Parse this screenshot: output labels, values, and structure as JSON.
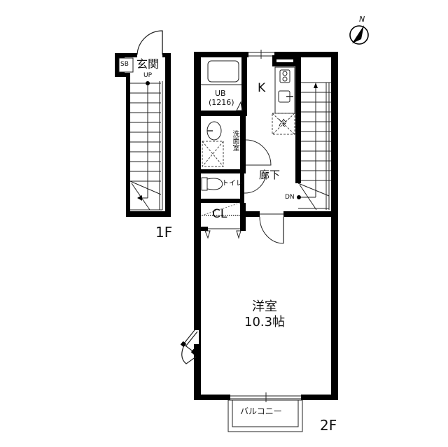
{
  "compass": {
    "label": "N"
  },
  "floor_1": {
    "label": "1F",
    "rooms": {
      "shoe_box": "SB",
      "entrance": "玄関",
      "stairs_up": "UP"
    }
  },
  "floor_2": {
    "label": "2F",
    "rooms": {
      "unit_bath": "UB",
      "unit_bath_size": "(1216)",
      "kitchen": "K",
      "refrigerator": "冷",
      "washroom": "洗面室",
      "hallway": "廊下",
      "toilet": "トイレ",
      "closet": "CL",
      "stairs_down": "DN",
      "western_room": "洋室",
      "western_room_size": "10.3帖",
      "balcony": "バルコニー"
    }
  },
  "colors": {
    "wall": "#000000",
    "line": "#222222",
    "background": "#ffffff"
  }
}
